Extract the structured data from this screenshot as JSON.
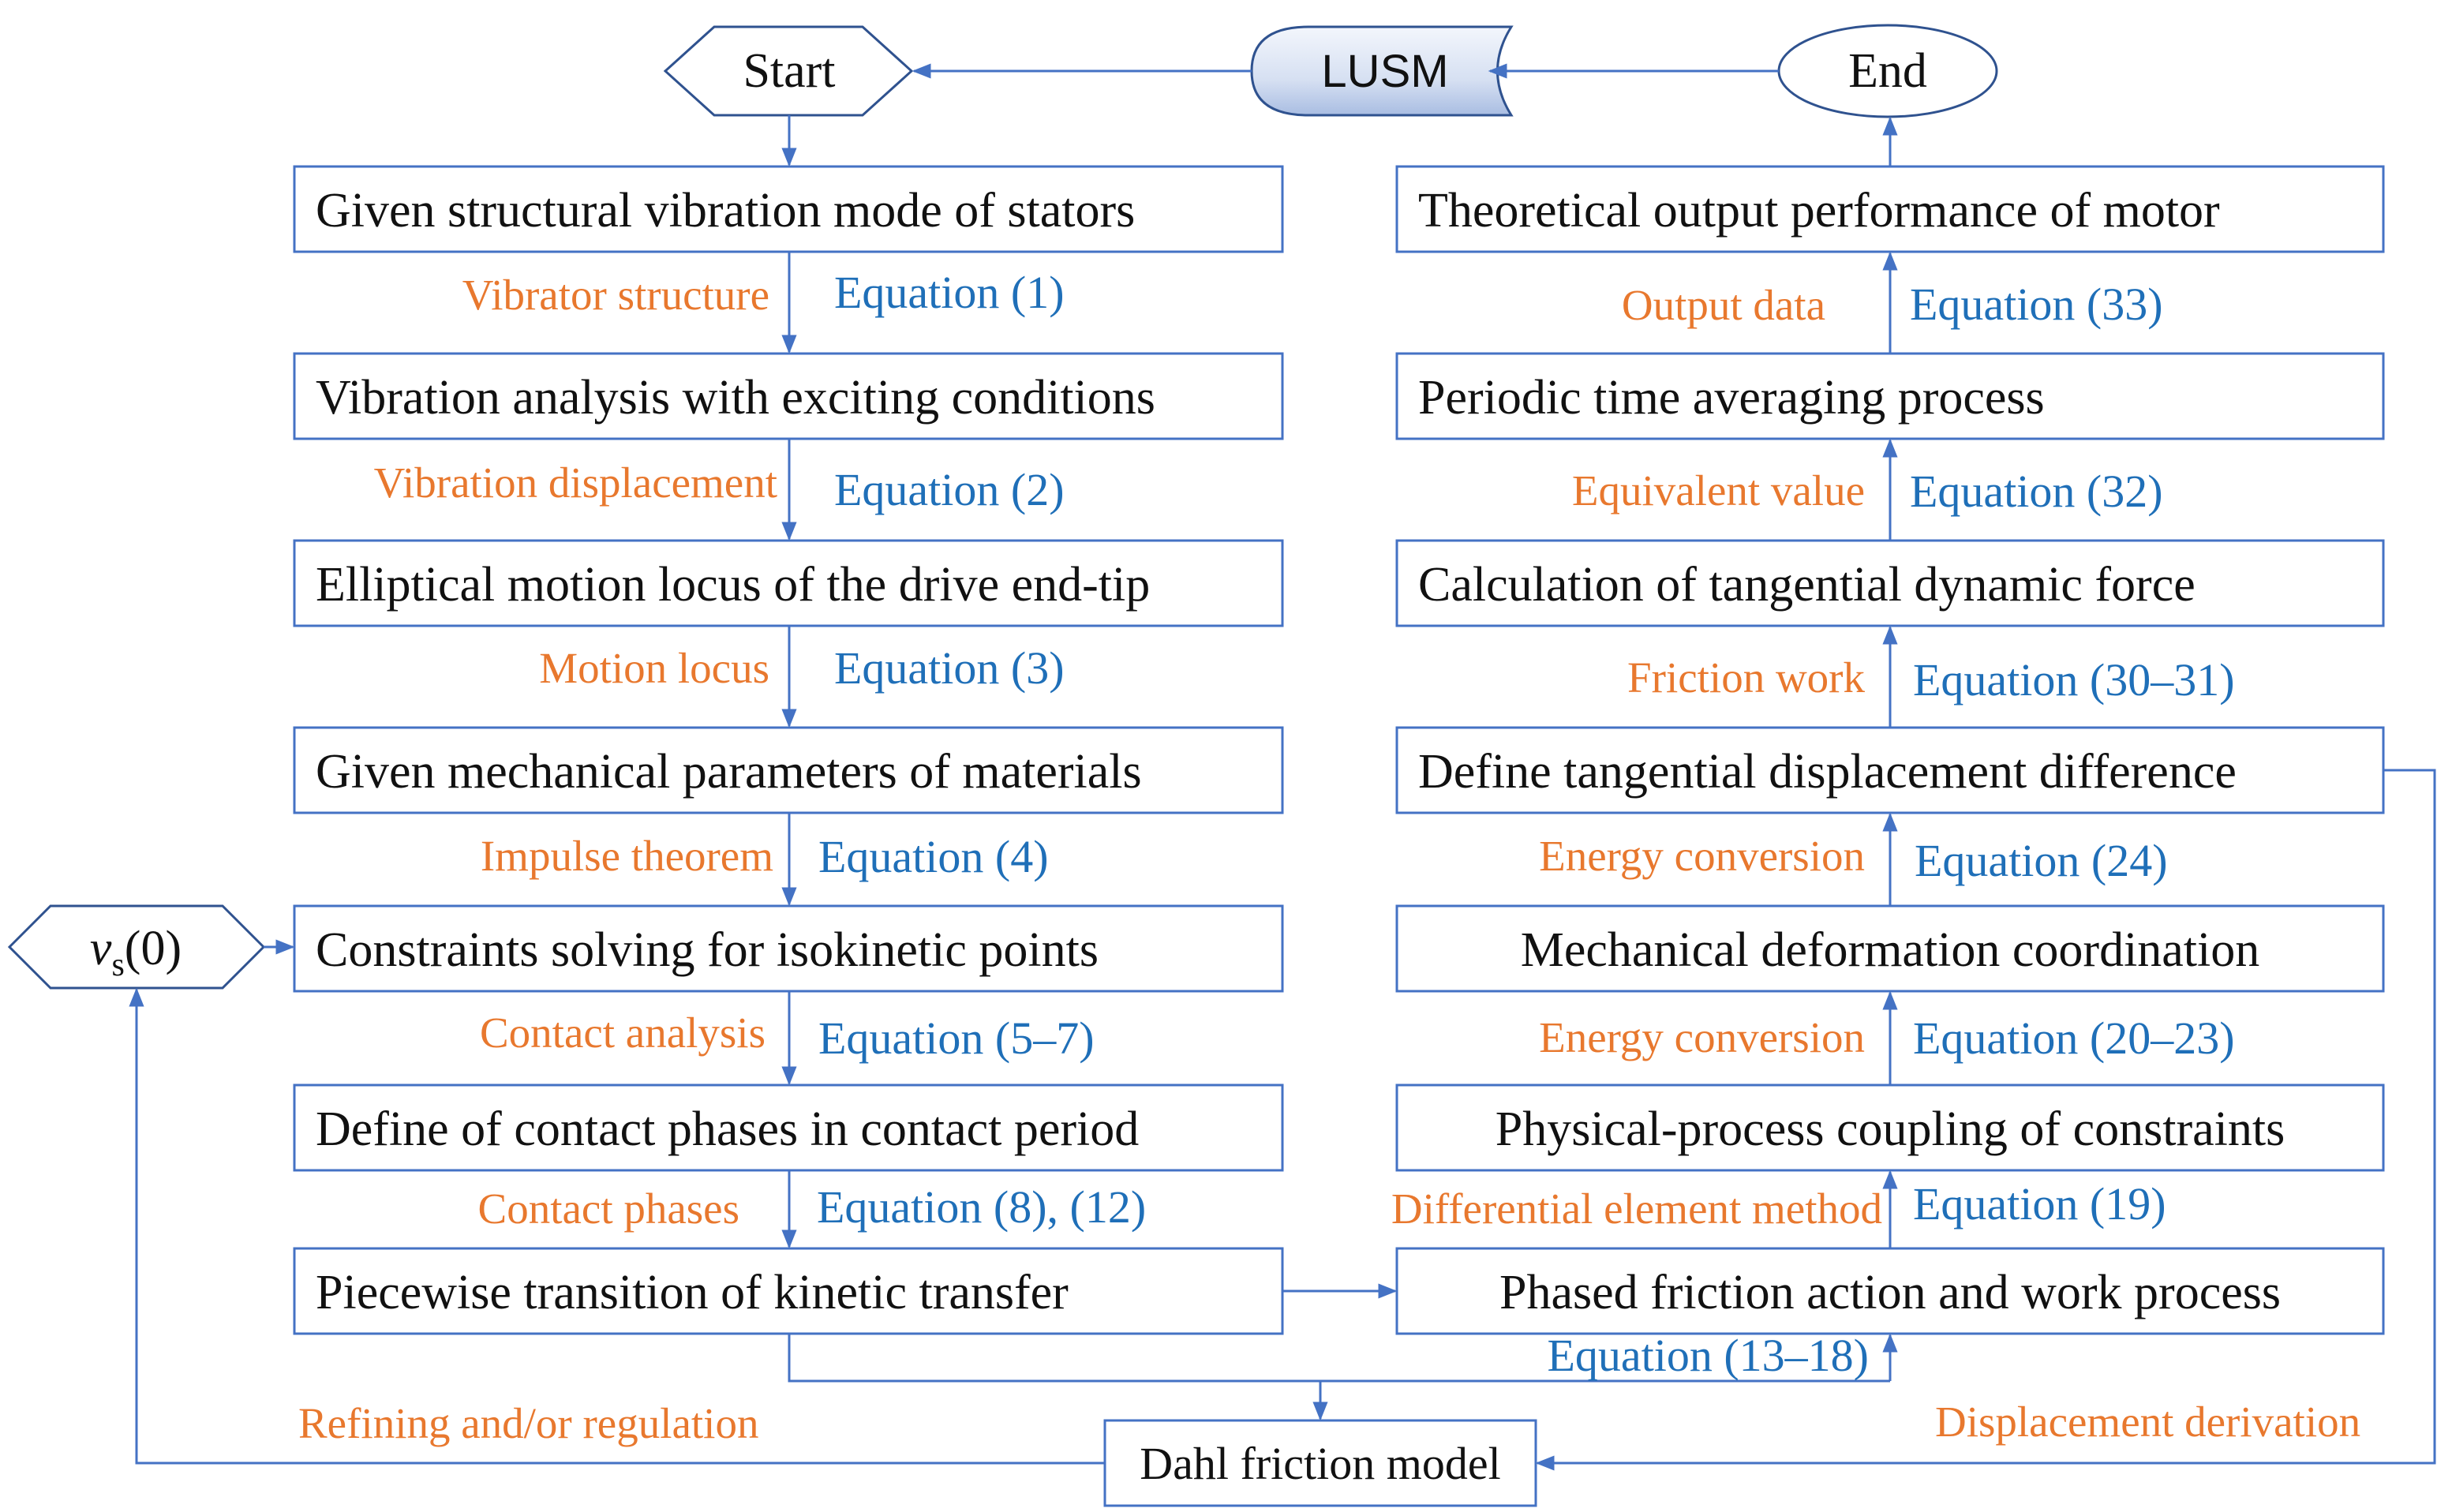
{
  "terminals": {
    "start": "Start",
    "end": "End",
    "lusm": "LUSM",
    "vs_symbol": "v",
    "vs_sub": "s",
    "vs_arg": "(0)",
    "dahl": "Dahl friction model"
  },
  "left_boxes": [
    "Given structural vibration mode of stators",
    "Vibration analysis with exciting conditions",
    "Elliptical motion locus of the drive end-tip",
    "Given mechanical parameters of materials",
    "Constraints solving for isokinetic points",
    "Define of contact phases in contact period",
    "Piecewise transition of kinetic transfer"
  ],
  "left_labels": [
    {
      "text": "Vibrator structure",
      "equation": "Equation (1)"
    },
    {
      "text": "Vibration displacement",
      "equation": "Equation (2)"
    },
    {
      "text": "Motion locus",
      "equation": "Equation (3)"
    },
    {
      "text": "Impulse theorem",
      "equation": "Equation (4)"
    },
    {
      "text": "Contact analysis",
      "equation": "Equation (5–7)"
    },
    {
      "text": "Contact phases",
      "equation": "Equation (8), (12)"
    }
  ],
  "right_boxes": [
    "Theoretical output performance of motor",
    "Periodic time averaging process",
    "Calculation of tangential dynamic force",
    "Define tangential displacement difference",
    "Mechanical deformation coordination",
    "Physical-process coupling of constraints",
    "Phased friction action and work process"
  ],
  "right_labels": [
    {
      "text": "Output data",
      "equation": "Equation (33)"
    },
    {
      "text": "Equivalent value",
      "equation": "Equation (32)"
    },
    {
      "text": "Friction work",
      "equation": "Equation (30–31)"
    },
    {
      "text": "Energy conversion",
      "equation": "Equation (24)"
    },
    {
      "text": "Energy conversion",
      "equation": "Equation (20–23)"
    },
    {
      "text": "Differential element method",
      "equation": "Equation (19)"
    }
  ],
  "bottom_labels": {
    "equation_13_18": "Equation (13–18)",
    "refining": "Refining and/or regulation",
    "displacement_derivation": "Displacement derivation"
  },
  "colors": {
    "line": "#4472C4",
    "box_border": "#4472C4",
    "orange_label": "#E8782E",
    "blue_label": "#1F6FB8",
    "lusm_fill_light": "#E9EFF9",
    "lusm_fill_dark": "#B8C8E6"
  }
}
